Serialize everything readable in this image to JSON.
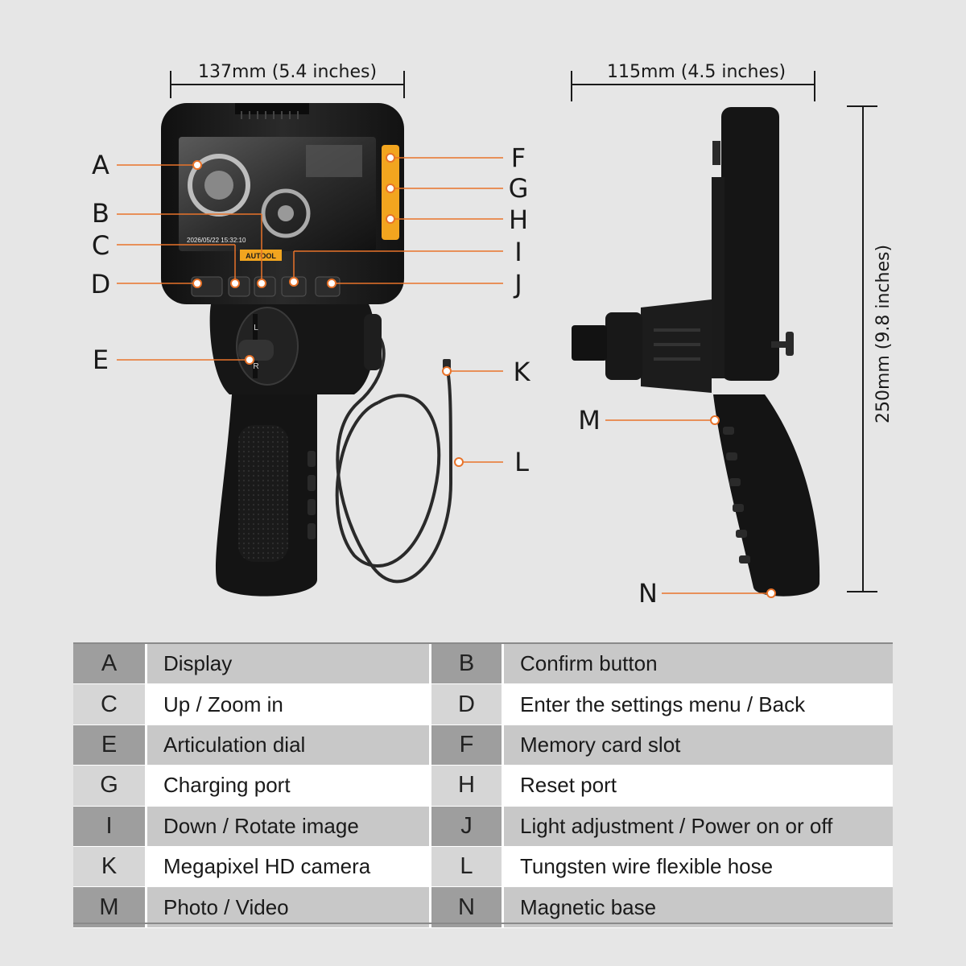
{
  "dimensions": {
    "width_label": "137mm (5.4 inches)",
    "depth_label": "115mm (4.5 inches)",
    "height_label": "250mm (9.8 inches)"
  },
  "screen": {
    "datetime": "2026/05/22 15:32:10",
    "brand": "AUTOOL"
  },
  "dial": {
    "top": "L",
    "bottom": "R"
  },
  "callouts": [
    "A",
    "B",
    "C",
    "D",
    "E",
    "F",
    "G",
    "H",
    "I",
    "J",
    "K",
    "L",
    "M",
    "N"
  ],
  "legend": [
    {
      "key1": "A",
      "desc1": "Display",
      "key2": "B",
      "desc2": "Confirm button"
    },
    {
      "key1": "C",
      "desc1": "Up / Zoom in",
      "key2": "D",
      "desc2": "Enter the settings menu / Back"
    },
    {
      "key1": "E",
      "desc1": "Articulation dial",
      "key2": "F",
      "desc2": "Memory card slot"
    },
    {
      "key1": "G",
      "desc1": "Charging port",
      "key2": "H",
      "desc2": "Reset port"
    },
    {
      "key1": "I",
      "desc1": "Down / Rotate image",
      "key2": "J",
      "desc2": "Light adjustment / Power on or off"
    },
    {
      "key1": "K",
      "desc1": "Megapixel HD camera",
      "key2": "L",
      "desc2": "Tungsten wire flexible hose"
    },
    {
      "key1": "M",
      "desc1": "Photo / Video",
      "key2": "N",
      "desc2": "Magnetic base"
    }
  ],
  "colors": {
    "accent": "#e8732a",
    "device": "#1b1b1b",
    "ports": "#f2a51f",
    "background": "#e6e6e6"
  }
}
